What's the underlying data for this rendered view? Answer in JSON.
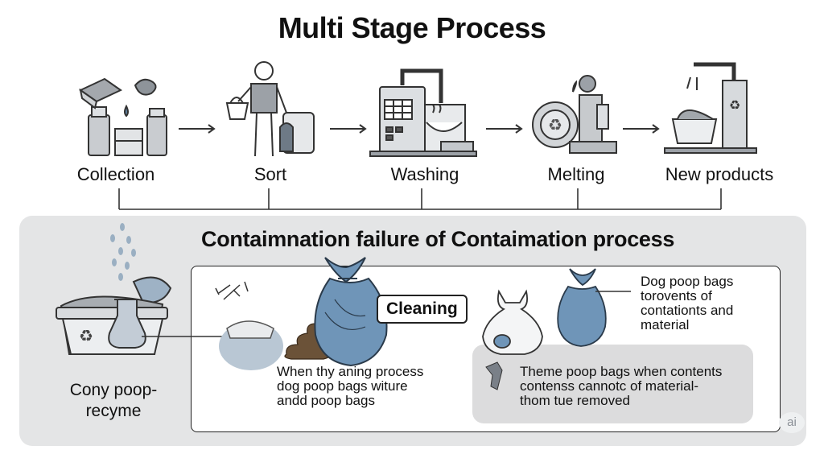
{
  "header": {
    "title": "Multi Stage Process"
  },
  "stages": [
    {
      "label": "Collection"
    },
    {
      "label": "Sort"
    },
    {
      "label": "Washing"
    },
    {
      "label": "Melting"
    },
    {
      "label": "New products"
    }
  ],
  "failure": {
    "title": "Contaimnation failure of Contaimation process",
    "left_label": "Cony poop-\nrecyme",
    "cleaning_label": "Cleaning",
    "process_note": "When thy aning process\ndog poop bags witure\nandd poop bags",
    "bags_note": "Dog poop bags\ntorovents of\ncontationts and\nmaterial",
    "removal_note": "Theme poop bags when contents\ncontenss cannotc of material-\nthom tue removed"
  },
  "watermark": "ai",
  "colors": {
    "bag_blue": "#6f95b8",
    "panel_gray": "#e4e5e6",
    "icon_gray": "#c9ccd0",
    "poop_brown": "#6b5238"
  }
}
